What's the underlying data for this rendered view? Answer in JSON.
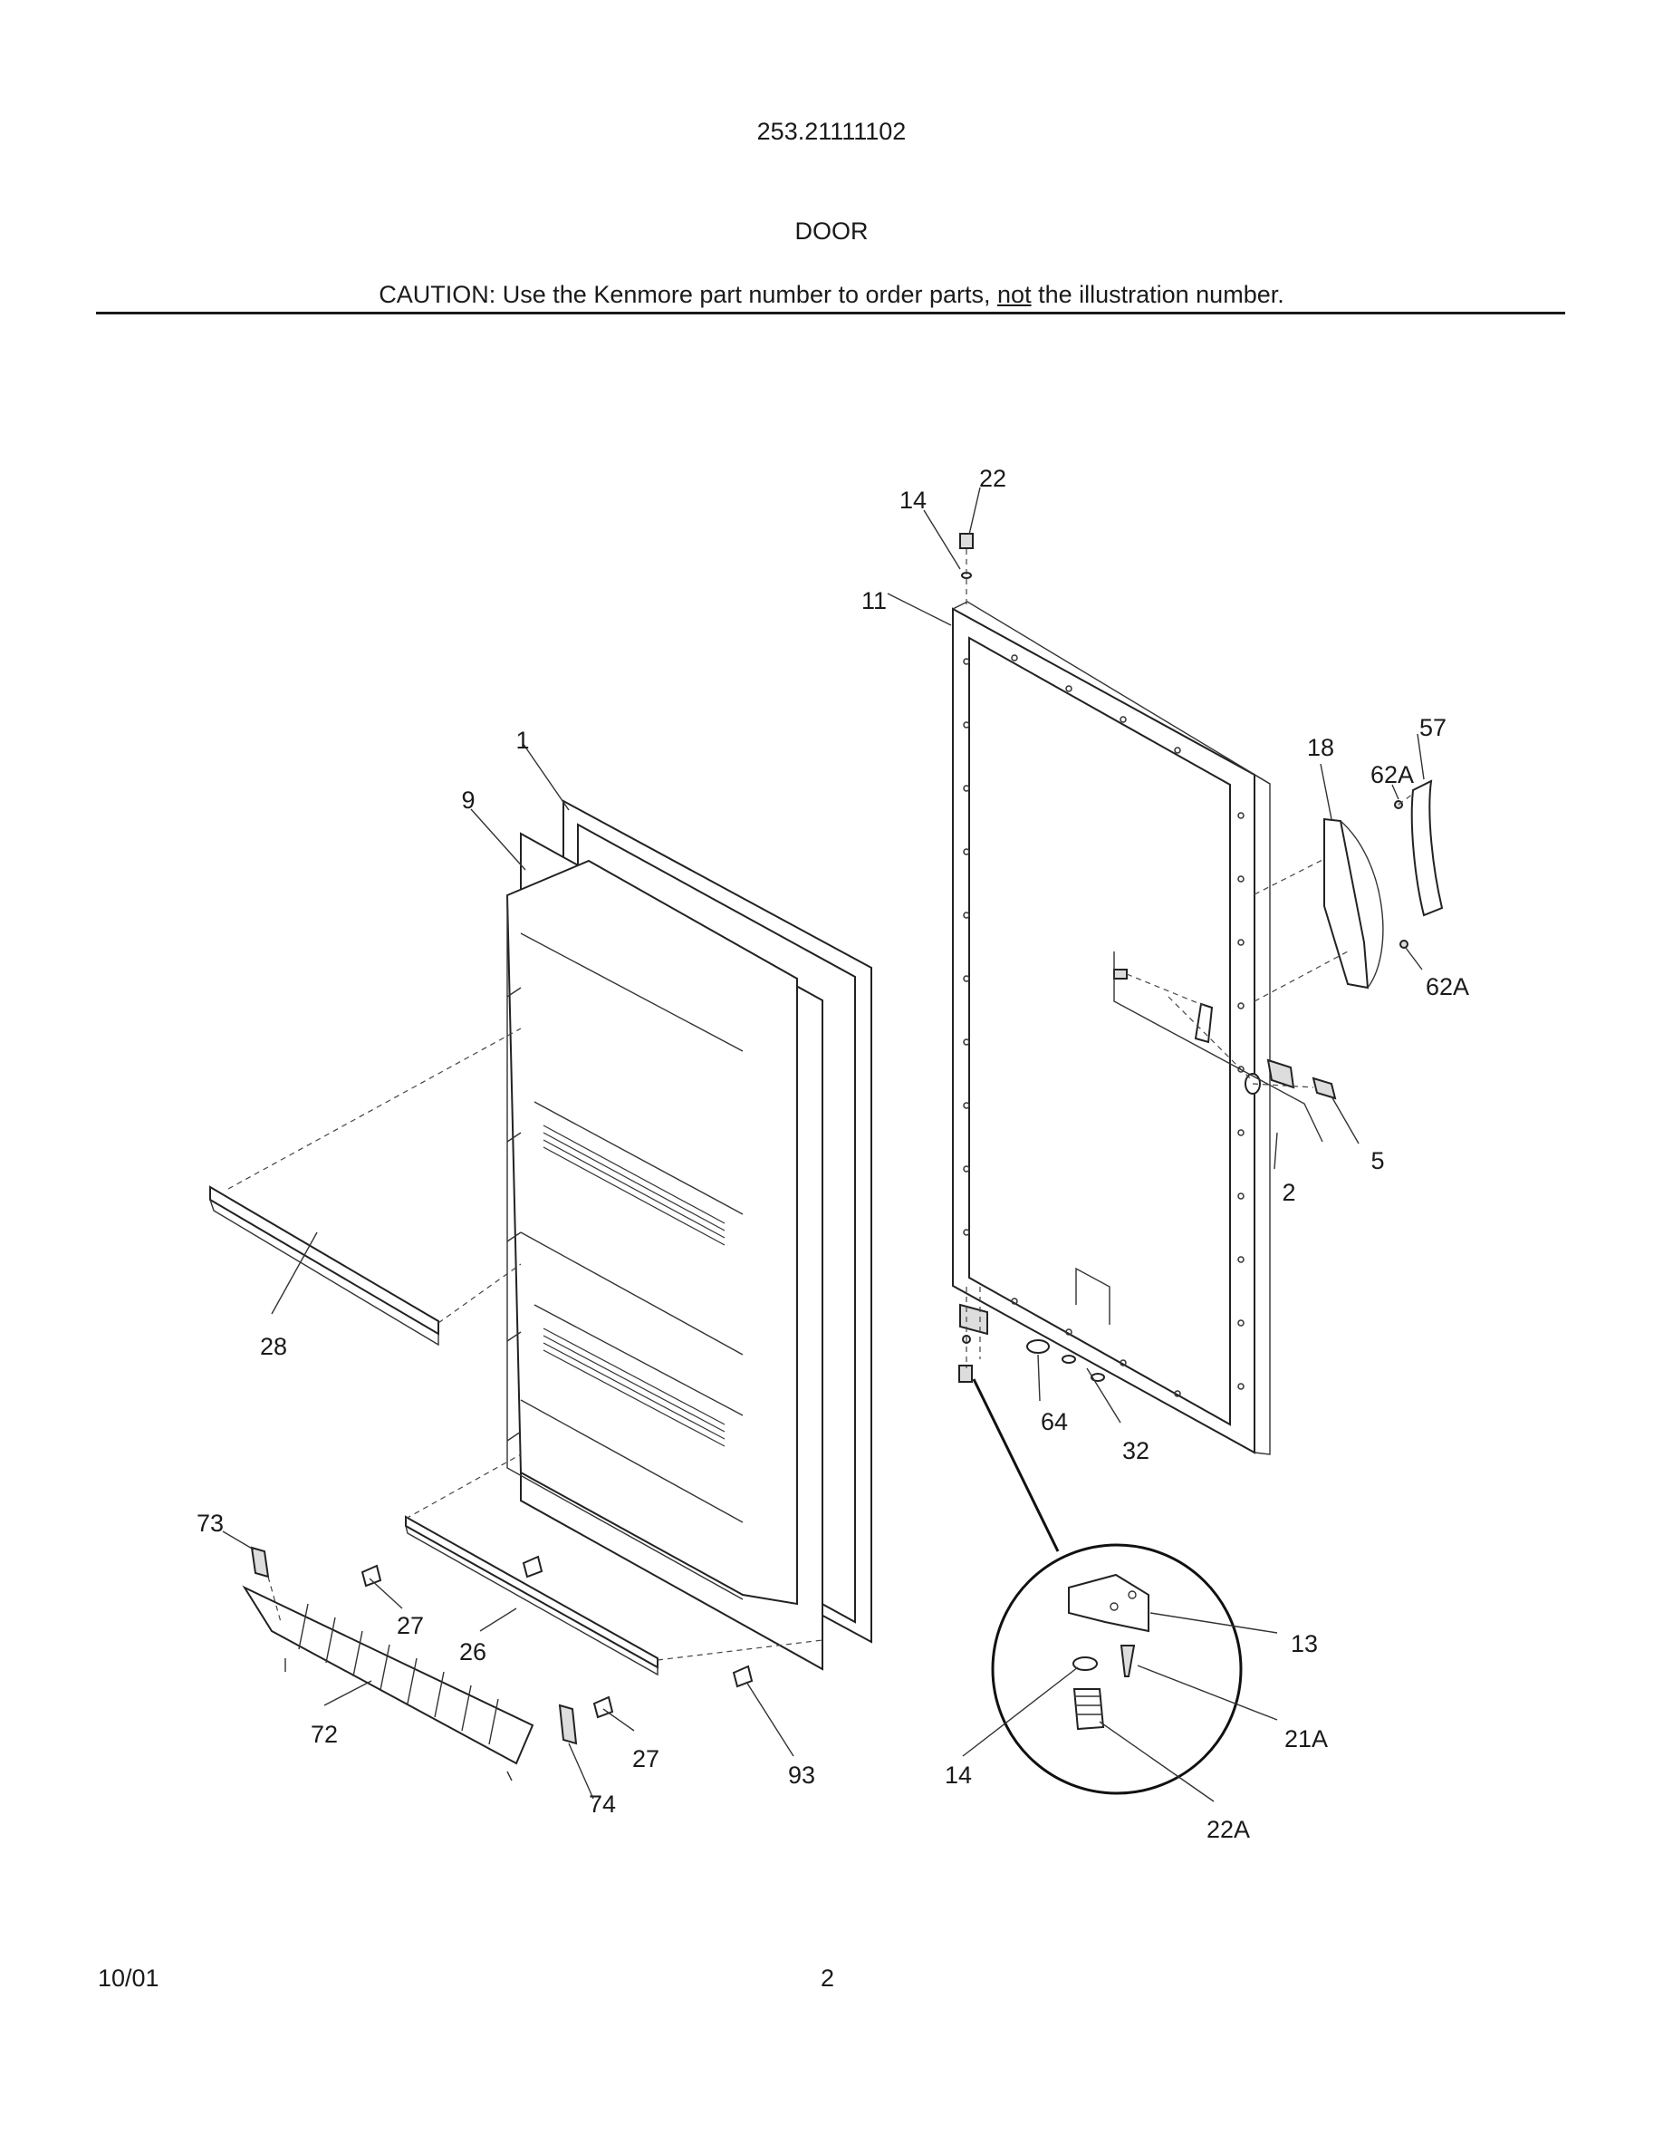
{
  "header": {
    "model_number": "253.21111102",
    "section_title": "DOOR",
    "caution_prefix": "CAUTION: Use the Kenmore part number to order parts, ",
    "caution_emphasis": "not",
    "caution_suffix": " the illustration number."
  },
  "callouts": {
    "c22": "22",
    "c14_top": "14",
    "c11": "11",
    "c57": "57",
    "c18": "18",
    "c62a_top": "62A",
    "c62a_bottom": "62A",
    "c1": "1",
    "c9": "9",
    "c5": "5",
    "c2": "2",
    "c28": "28",
    "c64": "64",
    "c32": "32",
    "c73": "73",
    "c27_left": "27",
    "c26": "26",
    "c13": "13",
    "c21a": "21A",
    "c72": "72",
    "c27_bottom": "27",
    "c93": "93",
    "c14_detail": "14",
    "c74": "74",
    "c22a": "22A"
  },
  "footer": {
    "date": "10/01",
    "page_number": "2"
  },
  "colors": {
    "ink": "#1a1a1a",
    "page": "#ffffff"
  }
}
